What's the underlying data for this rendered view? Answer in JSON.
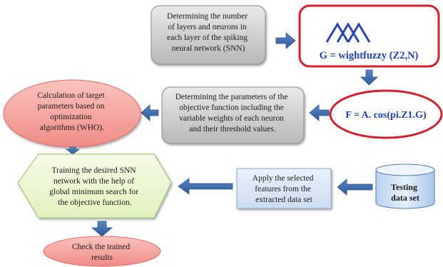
{
  "nodes": {
    "snn_structure": {
      "lines": [
        "Determining the number",
        "of layers and neurons in",
        "each layer of the spiking",
        "neural network (SNN)"
      ]
    },
    "fuzzy_formula": {
      "text": "G = wightfuzzy (Z2,N)"
    },
    "objective_formula": {
      "text": "F = A. cos(pi.Z1.G)"
    },
    "objective_params": {
      "lines": [
        "Determining the parameters of the",
        "objective function including the",
        "variable weights of each neuron",
        "and their threshold values."
      ]
    },
    "target_params": {
      "lines": [
        "Calculation of target",
        "parameters based on",
        "optimization",
        "algorithms (WHO)."
      ]
    },
    "training": {
      "lines": [
        "Training the desired SNN",
        "network with the help of",
        "global minimum search for",
        "the objective function."
      ]
    },
    "apply_features": {
      "lines": [
        "Apply the selected",
        "features from the",
        "extracted data set"
      ]
    },
    "testing_data": {
      "lines": [
        "Testing",
        "data set"
      ]
    },
    "check_results": {
      "lines": [
        "Check the trained",
        "results"
      ]
    }
  },
  "colors": {
    "gray_box": "#cfcfcf",
    "gray_box_dark": "#a9a9a9",
    "red_border": "#d3202c",
    "formula_text": "#1f3fb3",
    "pink_fill": "#f7a09b",
    "pink_dark": "#ee7f78",
    "green_fill": "#ebf7d2",
    "green_stroke": "#a9c97c",
    "blue_box": "#dce8f7",
    "blue_stroke": "#8aa9d4",
    "arrow": "#3f6fb1"
  }
}
